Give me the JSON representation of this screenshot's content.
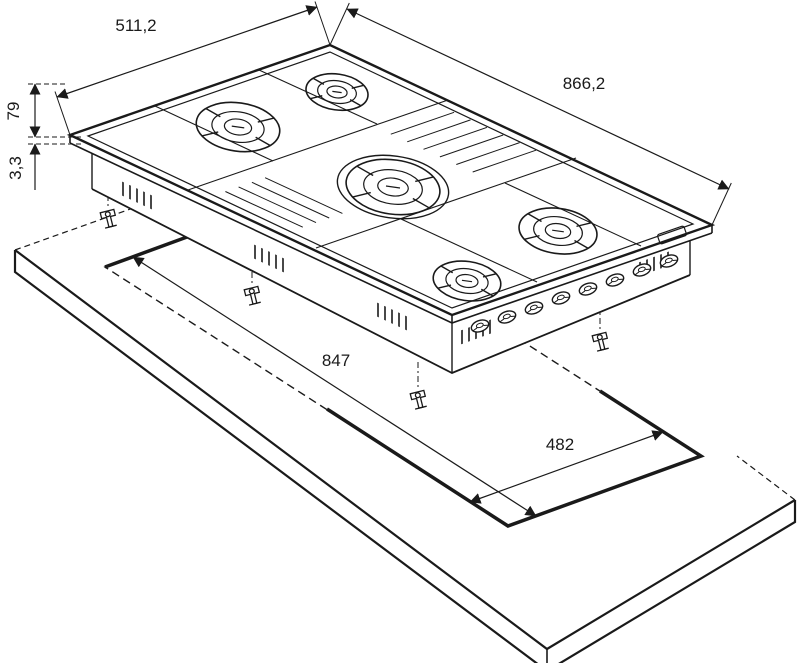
{
  "dimensions": {
    "top_width": "511,2",
    "top_length": "866,2",
    "height": "79",
    "profile": "3,3",
    "cutout_length": "847",
    "cutout_width": "482"
  },
  "colors": {
    "line": "#1a1a1a",
    "background": "#ffffff"
  },
  "icons": {
    "burner": "gas-burner-icon",
    "knob": "control-knob-icon",
    "vent": "vent-slots-icon",
    "bracket": "mounting-bracket-icon",
    "logo": "brand-logo-plate"
  }
}
